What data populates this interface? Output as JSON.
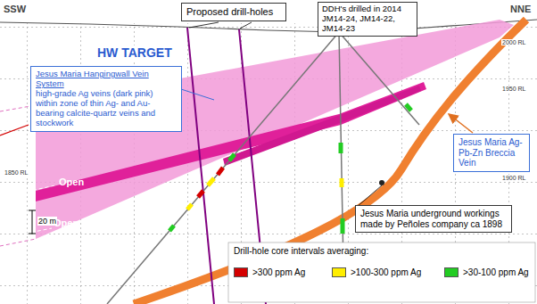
{
  "diagram": {
    "nodes": [
      {
        "text": [
          "Proposed drill-holes"
        ]
      },
      {
        "text": [
          "DDH's drilled in 2014 JM14-24, JM14-22, JM14-23"
        ]
      },
      {
        "text": [
          "HW TARGET",
          "Jesus Maria Hangingwall Vein System",
          "high-grade Ag veins (dark pink) within zone of thin Ag- and Au-bearing calcite-quartz veins and stockwork"
        ]
      },
      {
        "text": [
          "Jesus Maria Ag-Pb-Zn Breccia Vein"
        ]
      },
      {
        "text": [
          "Jesus Maria underground workings made by Peñoles company ca 1898"
        ]
      }
    ],
    "labels": [
      "SSW",
      "NNE",
      "Open",
      "Open",
      "2000 RL",
      "1950 RL",
      "1900 RL",
      "1850 RL",
      "20 m",
      "Drill-hole core intervals averaging:"
    ],
    "legend": [
      {
        "text": ">300 ppm Ag",
        "color": "#d40000"
      },
      {
        "text": ">100-300 ppm Ag",
        "color": "#ffee00"
      },
      {
        "text": ">30-100 ppm Ag",
        "color": "#22cc22"
      }
    ]
  }
}
